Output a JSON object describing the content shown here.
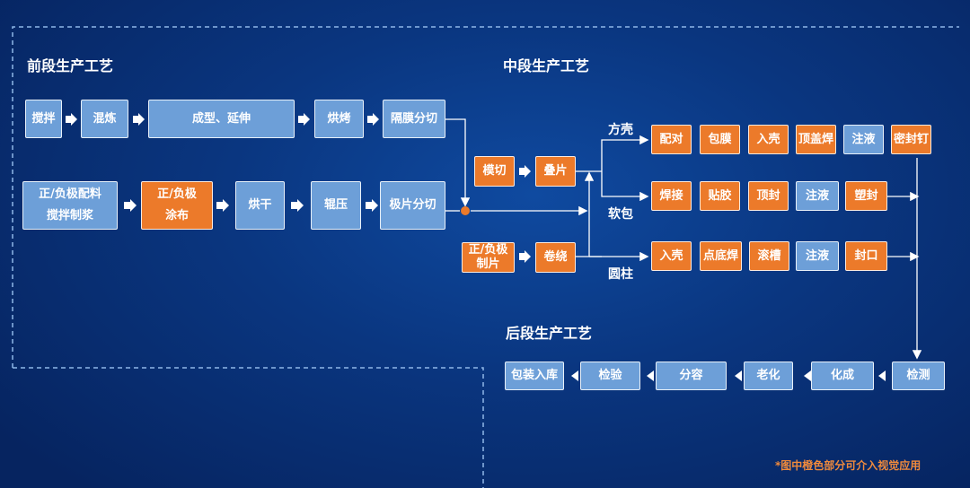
{
  "sections": {
    "front": "前段生产工艺",
    "middle": "中段生产工艺",
    "back": "后段生产工艺"
  },
  "front_row1": [
    "搅拌",
    "混炼",
    "成型、延伸",
    "烘烤",
    "隔膜分切"
  ],
  "front_row2": {
    "batching": [
      "正/负极配料",
      "搅拌制浆"
    ],
    "coating": [
      "正/负极",
      "涂布"
    ],
    "dry": "烘干",
    "roll": "辊压",
    "slit": "极片分切"
  },
  "middle": {
    "die_cut": "模切",
    "stack": "叠片",
    "electrode": [
      "正/负极",
      "制片"
    ],
    "wind": "卷绕",
    "branch_labels": [
      "方壳",
      "软包",
      "圆柱"
    ],
    "prismatic": [
      "配对",
      "包膜",
      "入壳",
      "顶盖焊",
      "注液",
      "密封钉"
    ],
    "pouch": [
      "焊接",
      "贴胶",
      "顶封",
      "注液",
      "塑封"
    ],
    "cylinder": [
      "入壳",
      "点底焊",
      "滚槽",
      "注液",
      "封口"
    ]
  },
  "back_row": [
    "检测",
    "化成",
    "老化",
    "分容",
    "检验",
    "包装入库"
  ],
  "note": "*图中橙色部分可介入视觉应用",
  "colors": {
    "vision": "#ec7a2a",
    "standard": "#6d9fd8",
    "line": "#ffffff",
    "dashed": "#8fb7e8"
  }
}
